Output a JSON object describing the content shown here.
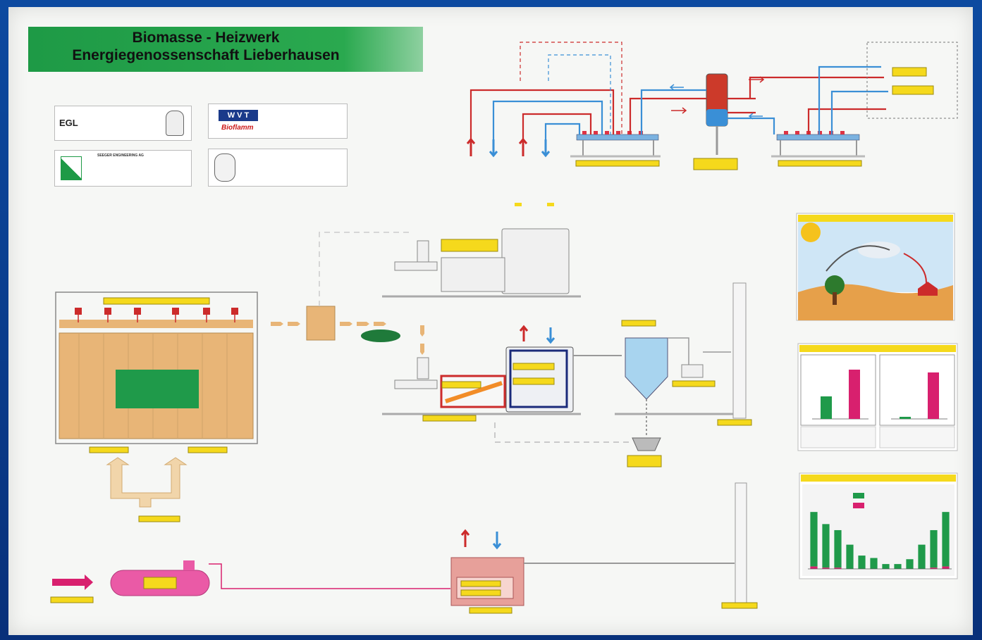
{
  "title": {
    "line1": "Biomasse  -  Heizwerk",
    "line2": "Energiegenossenschaft    Lieberhausen"
  },
  "logos": {
    "egl_text": "EGL",
    "wvt_text": "W V T",
    "bioflamm_text": "Bioflamm",
    "seeger_text": "SEEGER ENGINEERING AG"
  },
  "colors": {
    "title_green": "#1e9a46",
    "storage_tan": "#e8b577",
    "label_yellow": "#f5d91c",
    "hot_red": "#cc2b2b",
    "cold_blue": "#3a8fd6",
    "chart_green": "#1f9a4a",
    "chart_magenta": "#d8206e",
    "frame_blue": "#0b3f8f"
  },
  "chart_data": [
    {
      "type": "bar",
      "categories": [
        "",
        ""
      ],
      "series": [
        {
          "values": [
            32,
            70
          ]
        }
      ],
      "colors": [
        "#1f9a4a",
        "#d8206e"
      ]
    },
    {
      "type": "bar",
      "categories": [
        "",
        ""
      ],
      "series": [
        {
          "values": [
            3,
            66
          ]
        }
      ],
      "colors": [
        "#1f9a4a",
        "#d8206e"
      ]
    },
    {
      "type": "bar",
      "categories": [
        "",
        "",
        "",
        "",
        "",
        "",
        "",
        "",
        "",
        "",
        "",
        ""
      ],
      "series": [
        {
          "values": [
            90,
            72,
            62,
            40,
            22,
            18,
            8,
            8,
            16,
            40,
            62,
            90
          ]
        },
        {
          "values": [
            4,
            2,
            2,
            0,
            0,
            0,
            0,
            0,
            0,
            0,
            2,
            4
          ]
        }
      ],
      "colors": [
        "#1f9a4a",
        "#d8206e"
      ]
    }
  ]
}
